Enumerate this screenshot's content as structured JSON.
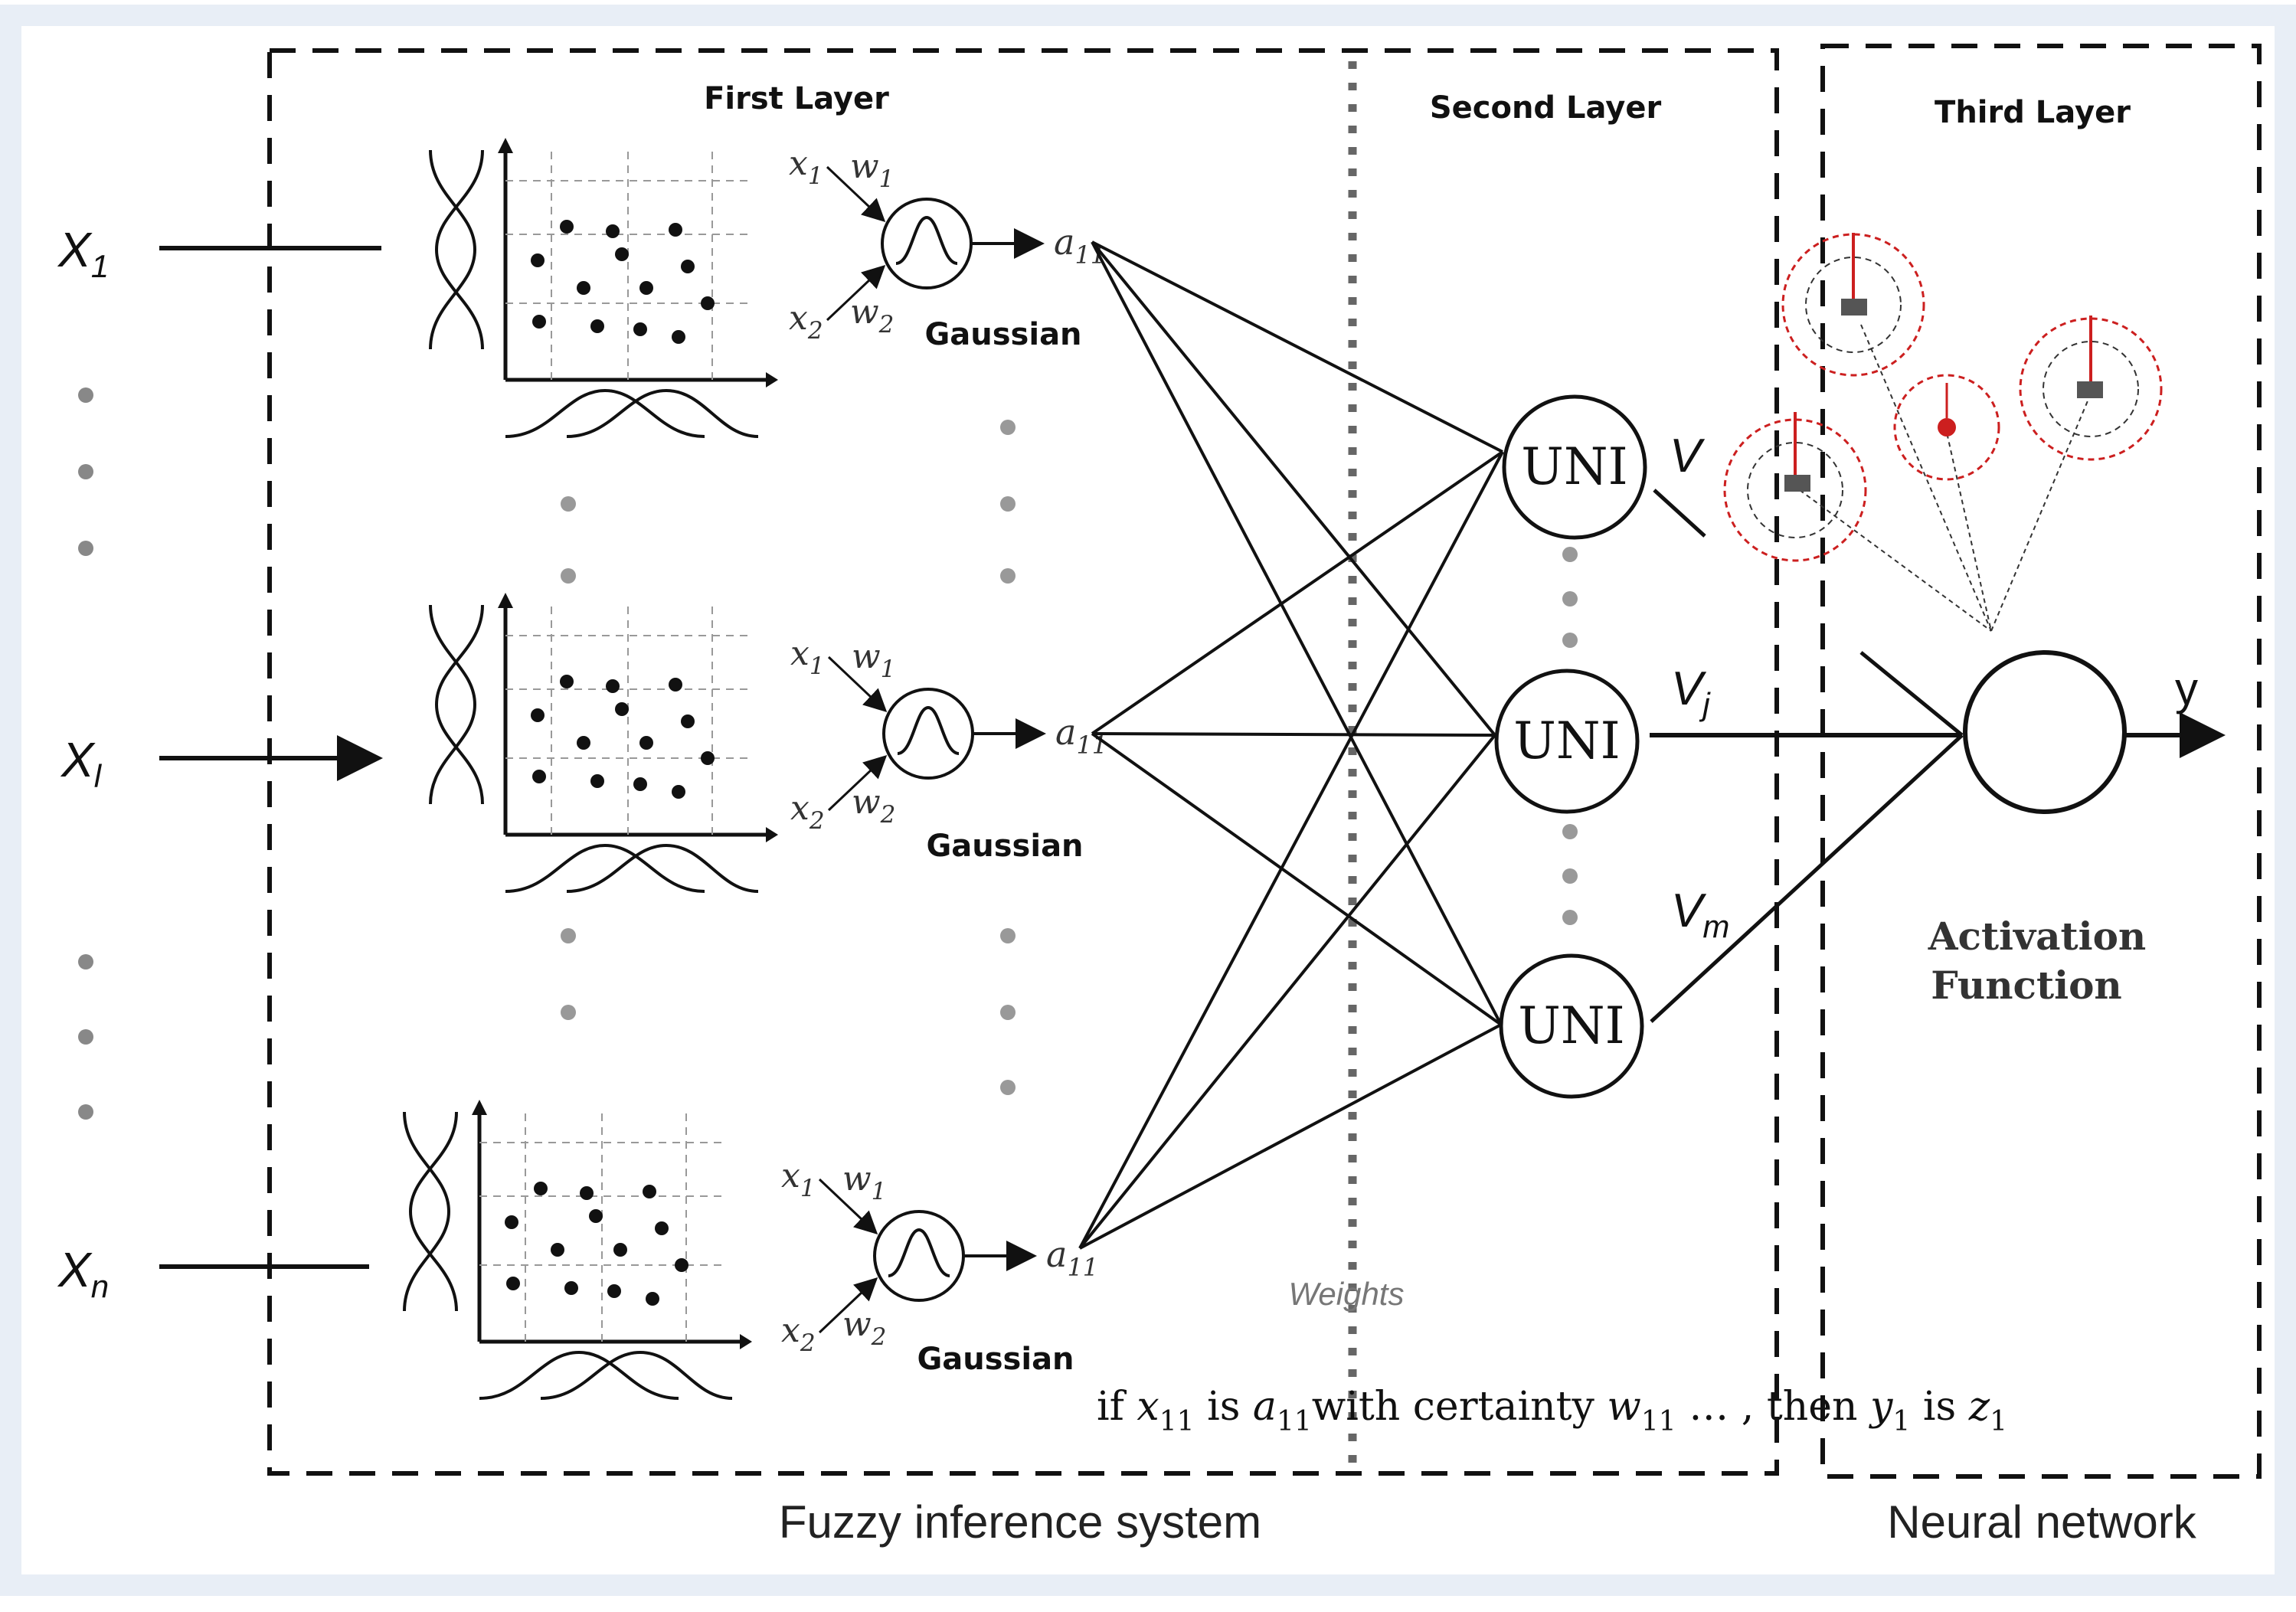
{
  "diagram": {
    "inputs": [
      "X",
      "X",
      "X"
    ],
    "input_subscripts": [
      "1",
      "l",
      "n"
    ],
    "layers": {
      "first": "First Layer",
      "second": "Second Layer",
      "third": "Third Layer"
    },
    "gaussian_label": "Gaussian",
    "gaussian_inputs": {
      "x1": "x",
      "x1_sub": "1",
      "x2": "x",
      "x2_sub": "2",
      "w1": "w",
      "w1_sub": "1",
      "w2": "w",
      "w2_sub": "2"
    },
    "gaussian_output": "a",
    "gaussian_output_sub": "11",
    "uni_labels": [
      "UNI",
      "UNI",
      "UNI"
    ],
    "v_labels": [
      "V",
      "V",
      "V"
    ],
    "v_subscripts": [
      "",
      "j",
      "m"
    ],
    "output_label": "y",
    "activation_label_line1": "Activation",
    "activation_label_line2": "Function",
    "weights_label": "Weights",
    "rule": {
      "p1": "if ",
      "x": "x",
      "x_sub": "11",
      "p2": " is ",
      "a": "a",
      "a_sub": "11",
      "p3": "with certainty ",
      "w": "w",
      "w_sub": "11",
      "p4": " … , then ",
      "y": "y",
      "y_sub": "1",
      "p5": " is ",
      "z": "z",
      "z_sub": "1"
    },
    "section_captions": {
      "fis": "Fuzzy inference system",
      "nn": "Neural network"
    },
    "colors": {
      "frame": "#e8eef6",
      "accent_red": "#cc1f1f",
      "ink": "#111111",
      "gray_text": "#777777"
    }
  }
}
